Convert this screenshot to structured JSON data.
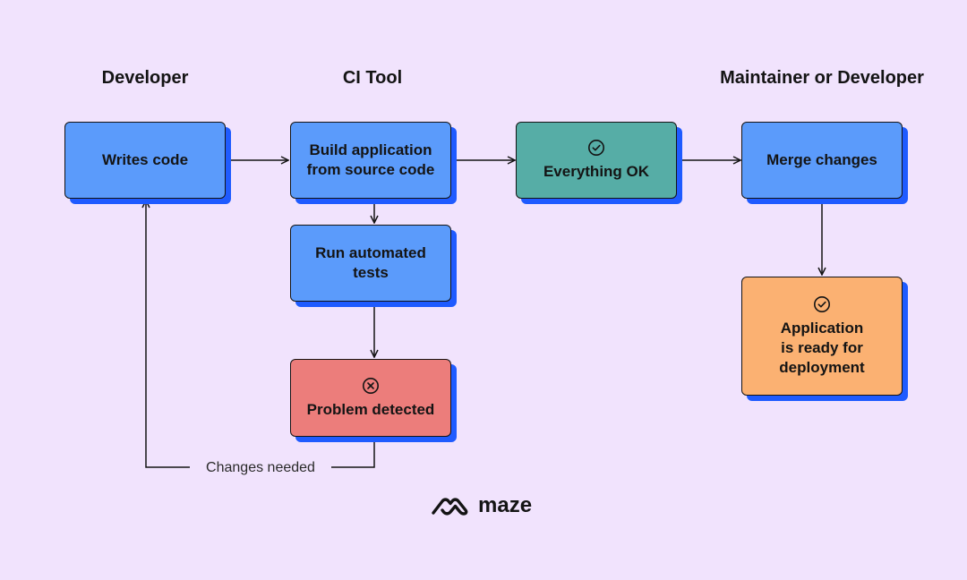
{
  "lanes": {
    "developer": "Developer",
    "ci_tool": "CI Tool",
    "maintainer": "Maintainer or Developer"
  },
  "nodes": {
    "writes_code": "Writes code",
    "build_app": "Build application\nfrom source code",
    "everything_ok": "Everything OK",
    "merge_changes": "Merge changes",
    "run_tests": "Run automated\ntests",
    "problem_detected": "Problem detected",
    "ready_deploy": "Application\nis ready for\ndeployment"
  },
  "edges": {
    "changes_needed": "Changes needed"
  },
  "logo": {
    "text": "maze"
  },
  "colors": {
    "background": "#f1e3fd",
    "node_blue": "#5b9bfb",
    "node_green": "#56ada6",
    "node_red": "#ec7d7b",
    "node_orange": "#fbb172",
    "shadow": "#1f5bff",
    "outline": "#141414"
  },
  "icons": {
    "ok": "check-circle-icon",
    "problem": "x-circle-icon",
    "ready": "check-circle-icon",
    "logo": "maze-logo-icon"
  }
}
